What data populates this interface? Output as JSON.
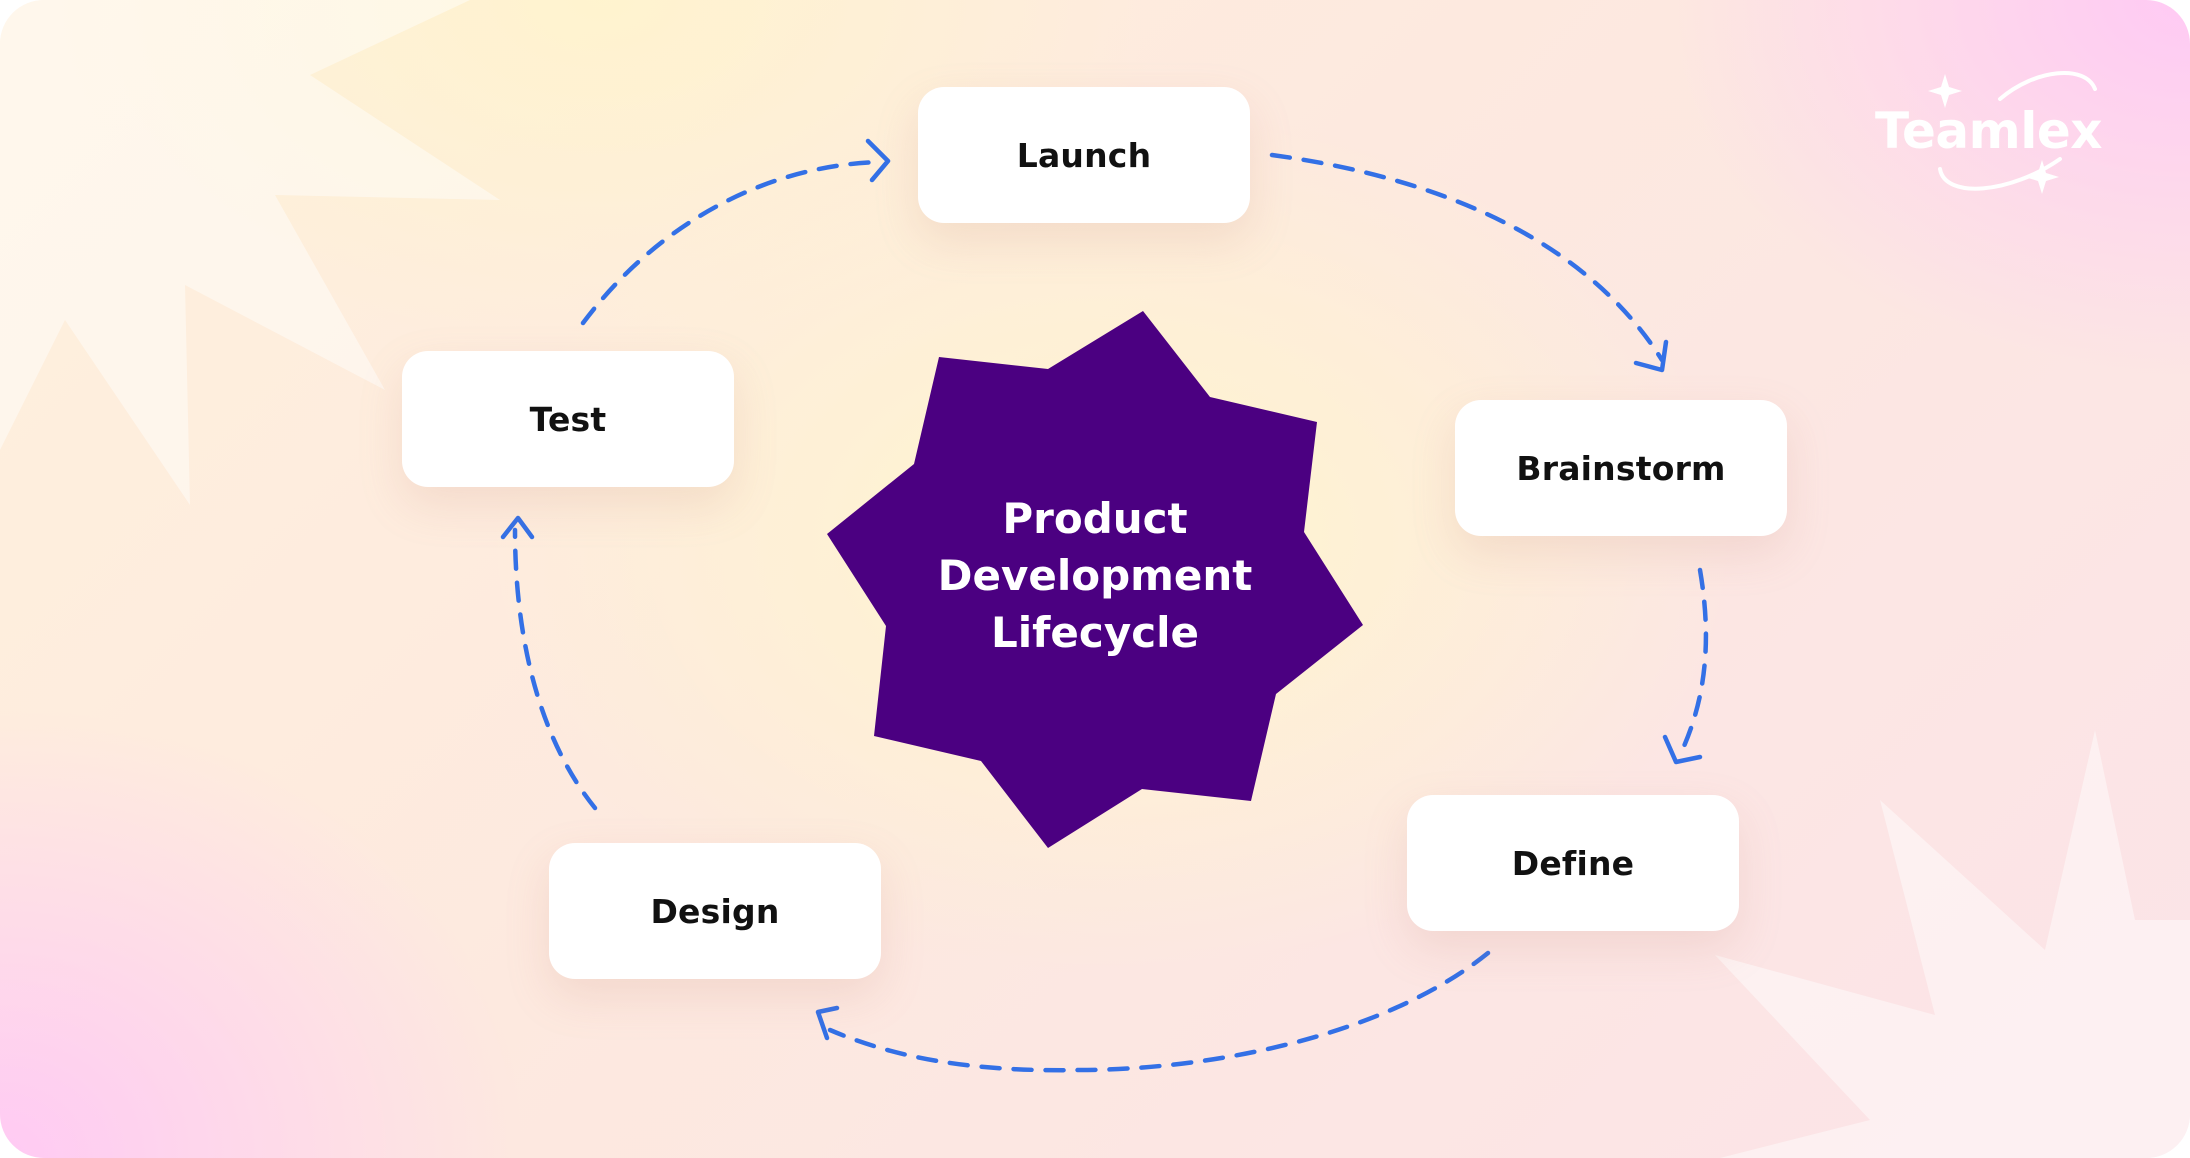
{
  "diagram": {
    "center_title_lines": [
      "Product",
      "Development",
      "Lifecycle"
    ],
    "steps": [
      {
        "id": "launch",
        "label": "Launch"
      },
      {
        "id": "brainstorm",
        "label": "Brainstorm"
      },
      {
        "id": "define",
        "label": "Define"
      },
      {
        "id": "design",
        "label": "Design"
      },
      {
        "id": "test",
        "label": "Test"
      }
    ],
    "flow": [
      {
        "from": "launch",
        "to": "brainstorm"
      },
      {
        "from": "brainstorm",
        "to": "define"
      },
      {
        "from": "define",
        "to": "design"
      },
      {
        "from": "design",
        "to": "test"
      },
      {
        "from": "test",
        "to": "launch"
      }
    ]
  },
  "brand": {
    "name": "Teamlex"
  },
  "colors": {
    "star": "#4b0081",
    "arrow": "#3370e6",
    "box": "#ffffff",
    "label": "#111111",
    "brand": "#ffffff"
  }
}
